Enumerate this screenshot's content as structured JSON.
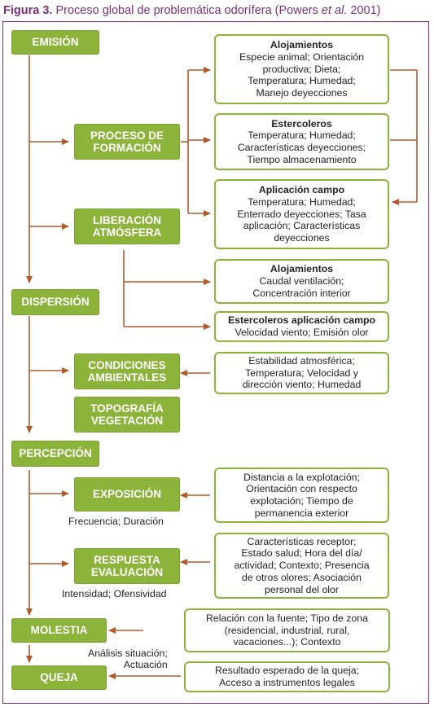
{
  "title": {
    "figure": "Figura 3.",
    "text": "Proceso global de problemática odorífera (Powers",
    "italic": "et al.",
    "year": "2001)"
  },
  "main": {
    "emision": "EMISIÓN",
    "proceso": [
      "PROCESO DE",
      "FORMACIÓN"
    ],
    "liberacion": [
      "LIBERACIÓN",
      "ATMÓSFERA"
    ],
    "dispersion": "DISPERSIÓN",
    "condiciones": [
      "CONDICIONES",
      "AMBIENTALES"
    ],
    "topografia": [
      "TOPOGRAFÍA",
      "VEGETACIÓN"
    ],
    "percepcion": "PERCEPCIÓN",
    "exposicion": "EXPOSICIÓN",
    "respuesta": [
      "RESPUESTA",
      "EVALUACIÓN"
    ],
    "molestia": "MOLESTIA",
    "queja": "QUEJA"
  },
  "boxes": {
    "alojamientos1": {
      "title": "Alojamientos",
      "lines": [
        "Especie animal; Orientación",
        "productiva; Dieta;",
        "Temperatura; Humedad;",
        "Manejo deyecciones"
      ]
    },
    "estercoleros": {
      "title": "Estercoleros",
      "lines": [
        "Temperatura; Humedad;",
        "Características deyecciones;",
        "Tiempo almacenamiento"
      ]
    },
    "aplicacion": {
      "title": "Aplicación campo",
      "lines": [
        "Temperatura; Humedad;",
        "Enterrado deyecciones; Tasa",
        "aplicación; Características",
        "deyecciones"
      ]
    },
    "alojamientos2": {
      "title": "Alojamientos",
      "lines": [
        "Caudal ventilación;",
        "Concentración interior"
      ]
    },
    "estercoleros_campo": {
      "title": "Estercoleros aplicación campo",
      "lines": [
        "Velocidad viento; Emisión olor"
      ]
    },
    "condiciones": {
      "lines": [
        "Estabilidad atmosférica;",
        "Temperatura; Velocidad y",
        "dirección viento; Humedad"
      ]
    },
    "exposicion": {
      "lines": [
        "Distancia a la explotación;",
        "Orientación con respecto",
        "explotación; Tiempo de",
        "permanencia exterior"
      ]
    },
    "respuesta": {
      "lines": [
        "Características receptor;",
        "Estado salud; Hora del día/",
        "actividad; Contexto; Presencia",
        "de otros olores; Asociación",
        "personal del olor"
      ]
    },
    "molestia": {
      "lines": [
        "Relación con la fuente; Tipo de zona",
        "(residencial, industrial, rural,",
        "vacaciones...); Contexto"
      ]
    },
    "queja": {
      "lines": [
        "Resultado esperado de la queja;",
        "Acceso a instrumentos legales"
      ]
    }
  },
  "labels": {
    "frecuencia": "Frecuencia; Duración",
    "intensidad": "Intensidad; Ofensividad",
    "analisis": [
      "Análisis situación;",
      "Actuación"
    ]
  },
  "colors": {
    "green": "#8cb33a",
    "arrow": "#b35a2a",
    "border": "#7a2f7a"
  }
}
